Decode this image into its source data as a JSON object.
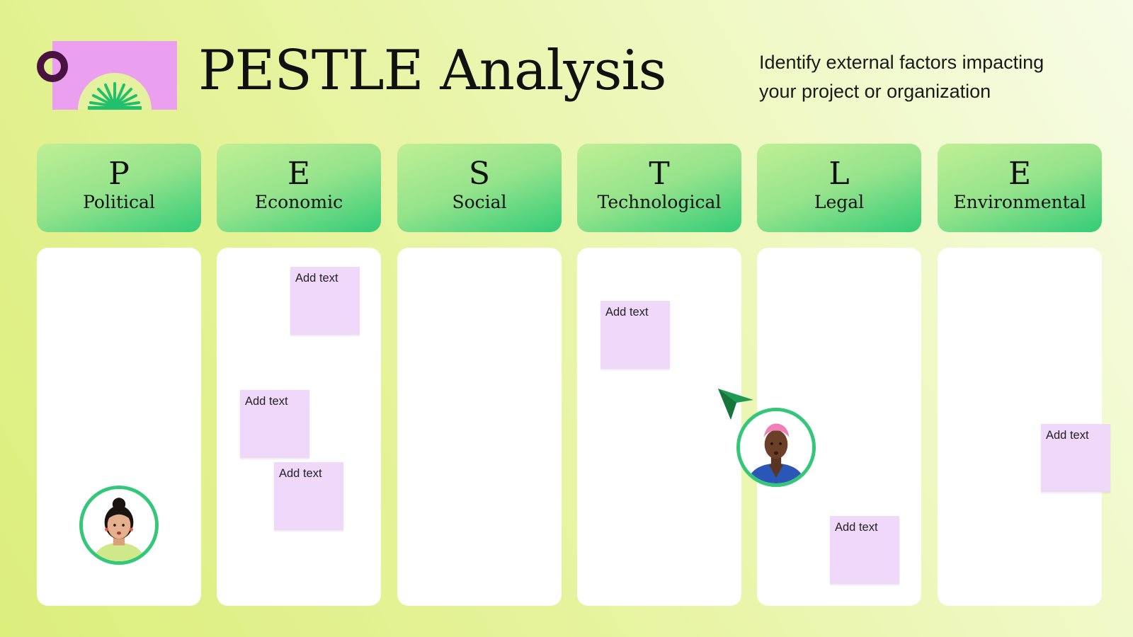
{
  "header": {
    "title": "PESTLE Analysis",
    "subtitle_line1": "Identify external factors impacting",
    "subtitle_line2": "your project or organization"
  },
  "categories": [
    {
      "letter": "P",
      "name": "Political"
    },
    {
      "letter": "E",
      "name": "Economic"
    },
    {
      "letter": "S",
      "name": "Social"
    },
    {
      "letter": "T",
      "name": "Technological"
    },
    {
      "letter": "L",
      "name": "Legal"
    },
    {
      "letter": "E",
      "name": "Environmental"
    }
  ],
  "notes": {
    "economic_1": "Add text",
    "economic_2": "Add text",
    "economic_3": "Add text",
    "technological_1": "Add text",
    "legal_1": "Add text",
    "environmental_1": "Add text"
  },
  "colors": {
    "header_green": "#33cb78",
    "note_purple": "#f0d8fb",
    "logo_pink": "#eaa0ef",
    "logo_ring": "#4a1240",
    "cursor_green": "#1f9a52"
  },
  "icons": {
    "logo": "sunburst-logo",
    "cursor": "pointer-cursor-icon"
  }
}
